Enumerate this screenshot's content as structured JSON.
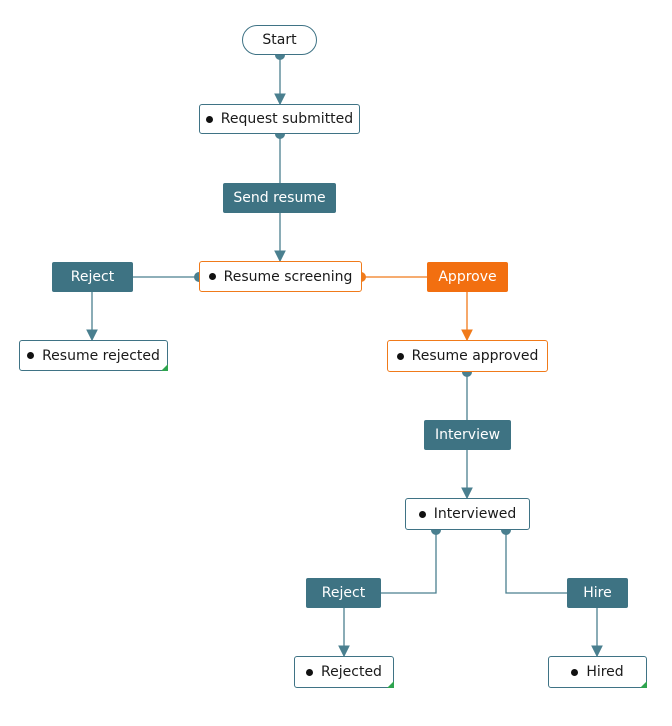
{
  "start": {
    "label": "Start"
  },
  "states": {
    "request_submitted": "Request submitted",
    "resume_screening": "Resume screening",
    "resume_rejected": "Resume rejected",
    "resume_approved": "Resume approved",
    "interviewed": "Interviewed",
    "rejected": "Rejected",
    "hired": "Hired"
  },
  "actions": {
    "send_resume": "Send resume",
    "reject_resume": "Reject",
    "approve": "Approve",
    "interview": "Interview",
    "reject_candidate": "Reject",
    "hire": "Hire"
  },
  "colors": {
    "edge": "#4a7f8f",
    "active": "#f26f10",
    "action_fill": "#3e7383",
    "complete_marker": "#2ea44f"
  }
}
